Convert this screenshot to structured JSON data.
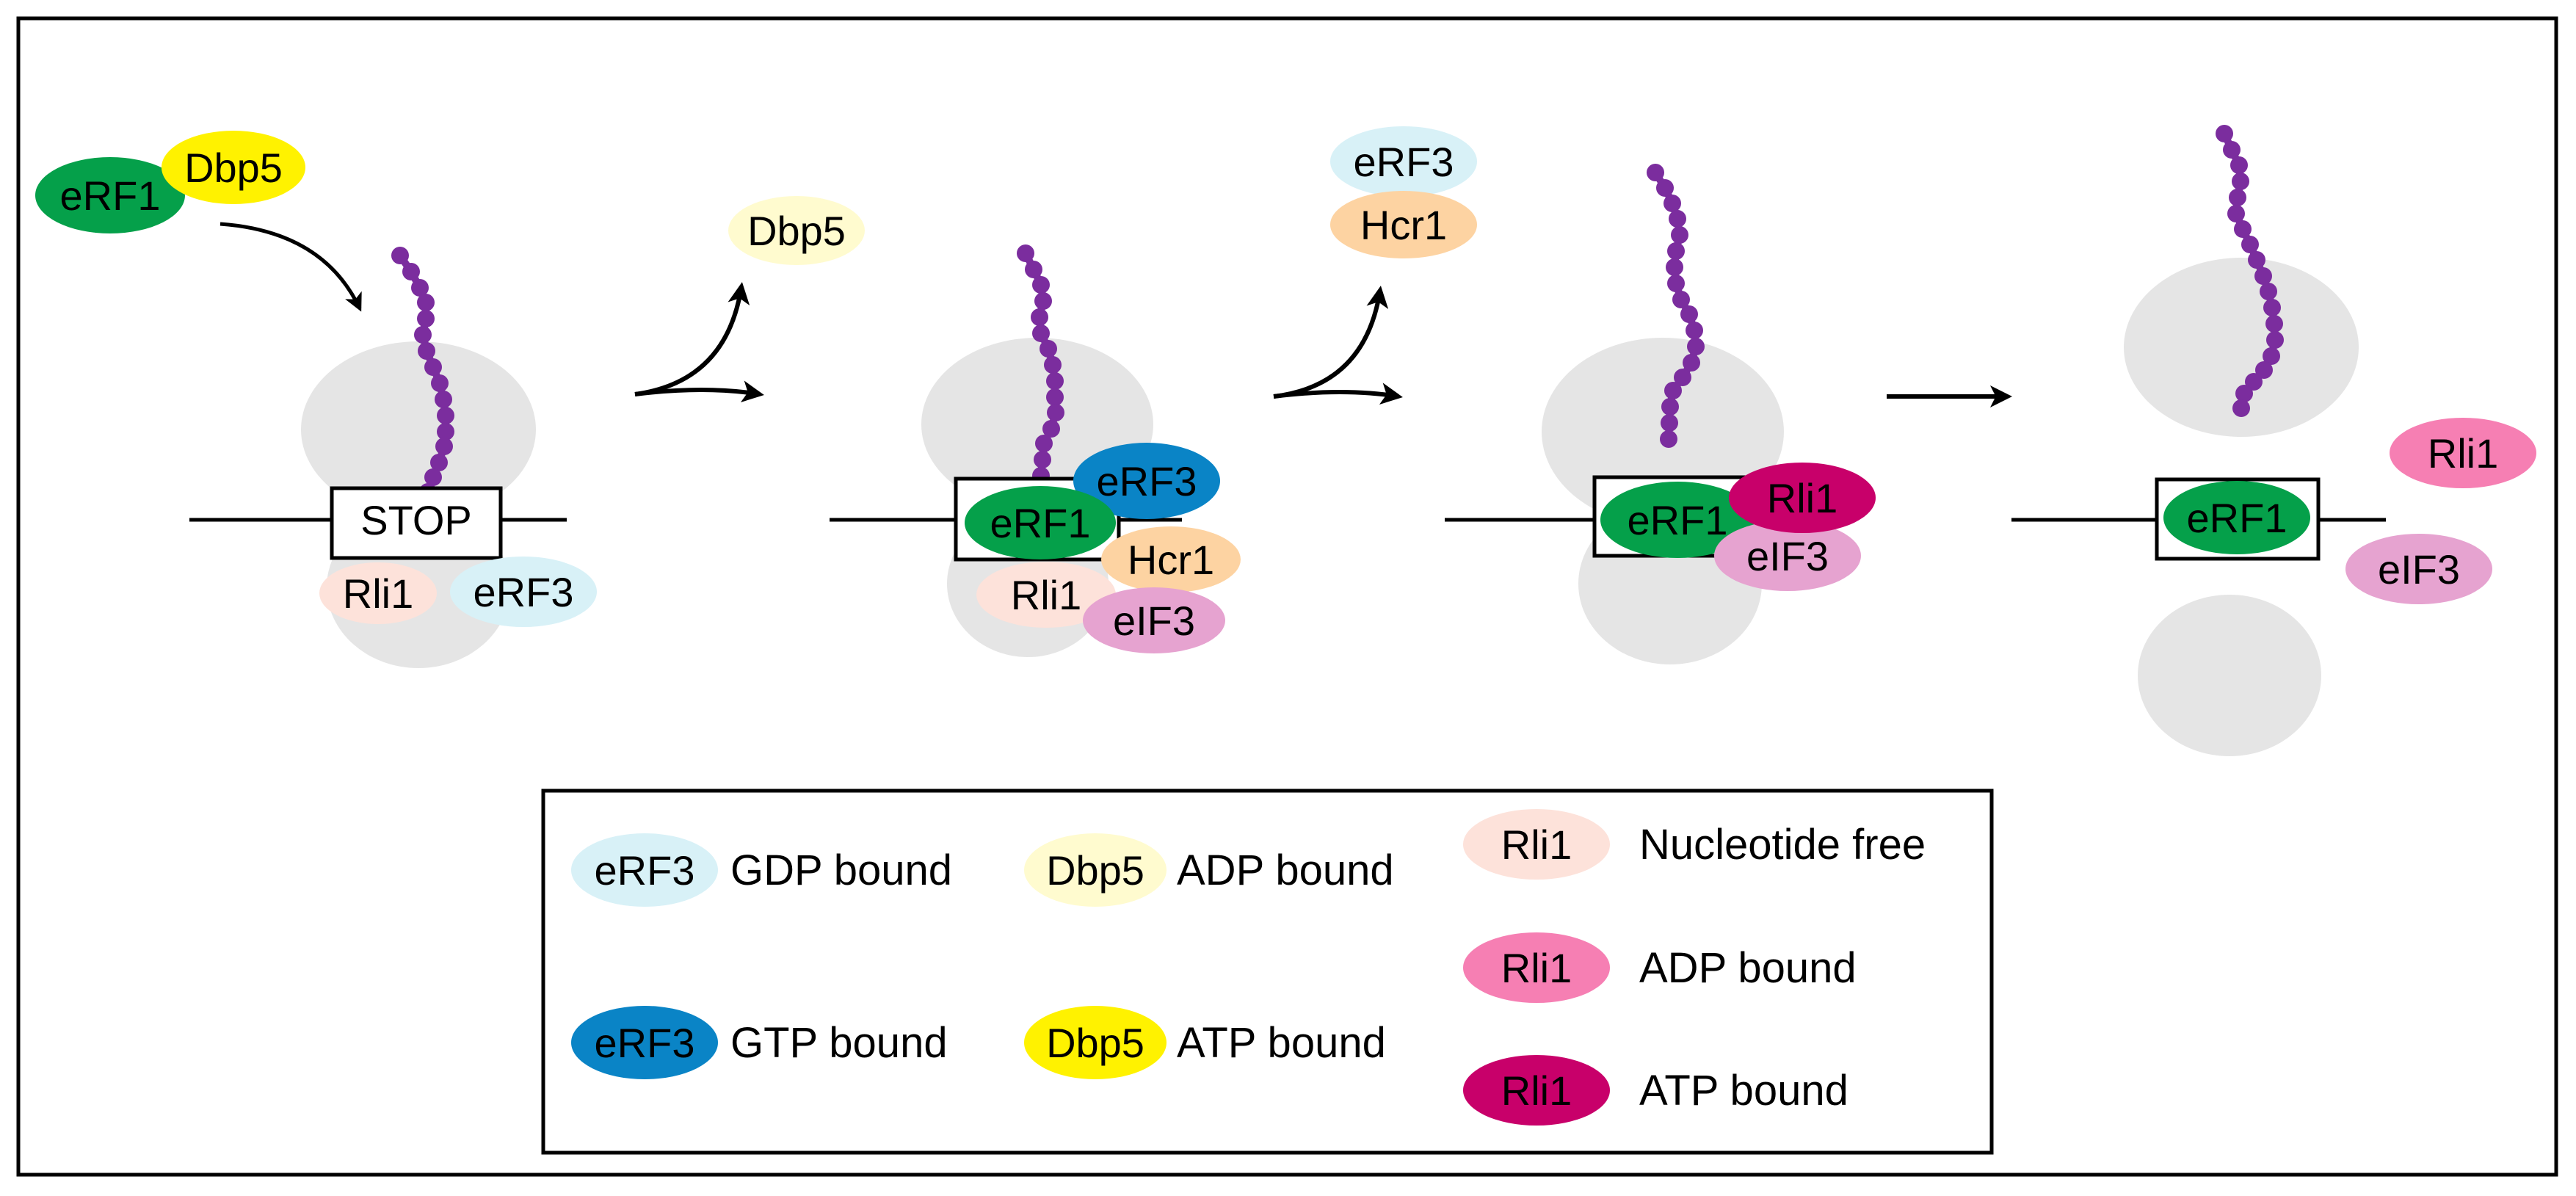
{
  "colors": {
    "erf1": "#05a04a",
    "dbp5_atp": "#fff200",
    "dbp5_adp": "#fffbcf",
    "erf3_gtp": "#0a84c6",
    "erf3_gdp": "#d8f1f7",
    "hcr1": "#fdd3a2",
    "rli1_free": "#fde2da",
    "rli1_adp": "#f67fb3",
    "rli1_atp": "#c8006a",
    "eif3": "#e6a3d0",
    "ribosome": "#e5e5e5",
    "peptide": "#7b2d9e",
    "line": "#000000"
  },
  "labels": {
    "erf1": "eRF1",
    "dbp5": "Dbp5",
    "erf3": "eRF3",
    "hcr1": "Hcr1",
    "rli1": "Rli1",
    "eif3": "eIF3",
    "stop": "STOP"
  },
  "legend": {
    "erf3_gdp": {
      "label": "eRF3",
      "desc": "GDP bound"
    },
    "erf3_gtp": {
      "label": "eRF3",
      "desc": "GTP bound"
    },
    "dbp5_adp": {
      "label": "Dbp5",
      "desc": "ADP bound"
    },
    "dbp5_atp": {
      "label": "Dbp5",
      "desc": "ATP bound"
    },
    "rli1_free": {
      "label": "Rli1",
      "desc": "Nucleotide free"
    },
    "rli1_adp": {
      "label": "Rli1",
      "desc": "ADP bound"
    },
    "rli1_atp": {
      "label": "Rli1",
      "desc": "ATP bound"
    }
  }
}
